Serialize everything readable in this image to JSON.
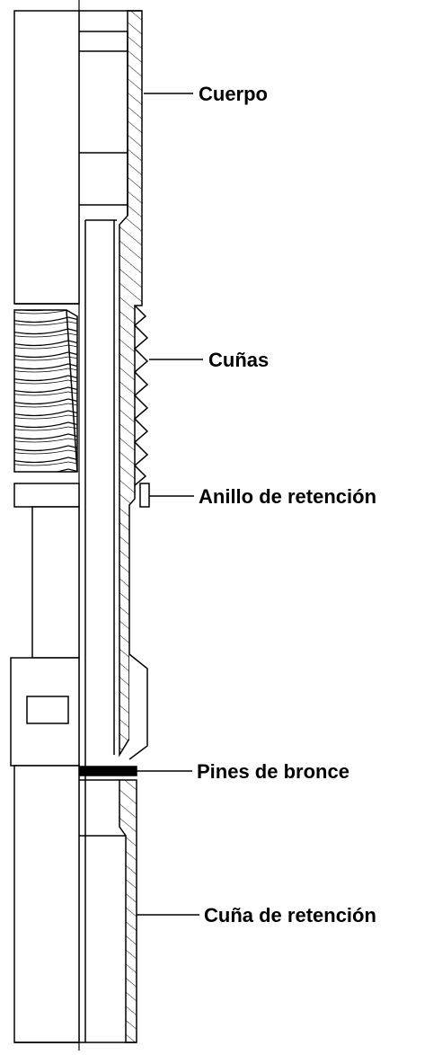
{
  "labels": {
    "cuerpo": "Cuerpo",
    "cunas": "Cuñas",
    "anillo": "Anillo de retención",
    "pines": "Pines de bronce",
    "cuna_retencion": "Cuña de retención"
  },
  "colors": {
    "line": "#000000",
    "hatch": "#222222",
    "background": "#ffffff"
  }
}
